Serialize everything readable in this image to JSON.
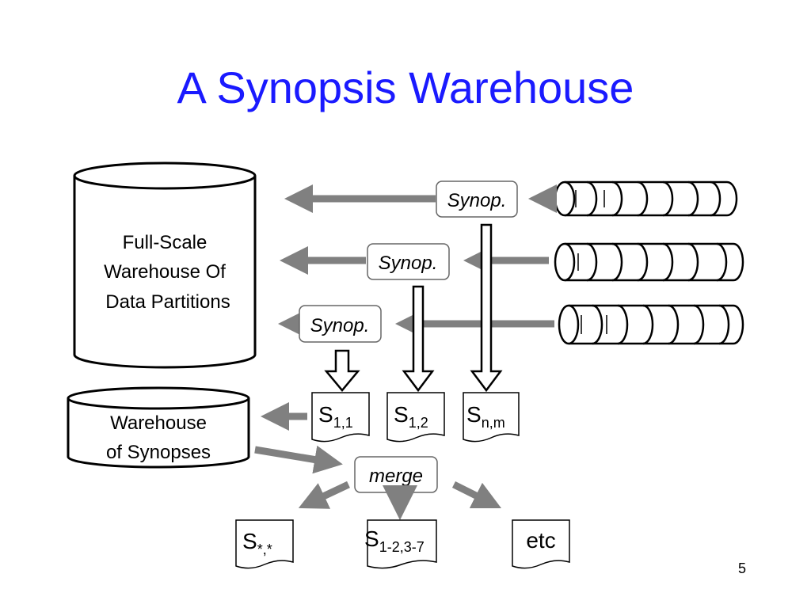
{
  "slide": {
    "title": "A Synopsis Warehouse",
    "page_number": "5"
  },
  "full_warehouse": {
    "line1": "Full-Scale",
    "line2": "Warehouse Of",
    "line3": "Data Partitions"
  },
  "synopsis_warehouse": {
    "line1": "Warehouse",
    "line2": "of Synopses"
  },
  "synop_boxes": [
    "Synop.",
    "Synop.",
    "Synop."
  ],
  "synopses": [
    {
      "base": "S",
      "sub": "1,1"
    },
    {
      "base": "S",
      "sub": "1,2"
    },
    {
      "base": "S",
      "sub": "n,m"
    }
  ],
  "merge_label": "merge",
  "merged": [
    {
      "base": "S",
      "sub": "*,*"
    },
    {
      "base": "S",
      "sub": "1-2,3-7"
    },
    {
      "base": "etc",
      "sub": ""
    }
  ],
  "colors": {
    "title": "#1a1aff",
    "arrow": "#808080"
  }
}
